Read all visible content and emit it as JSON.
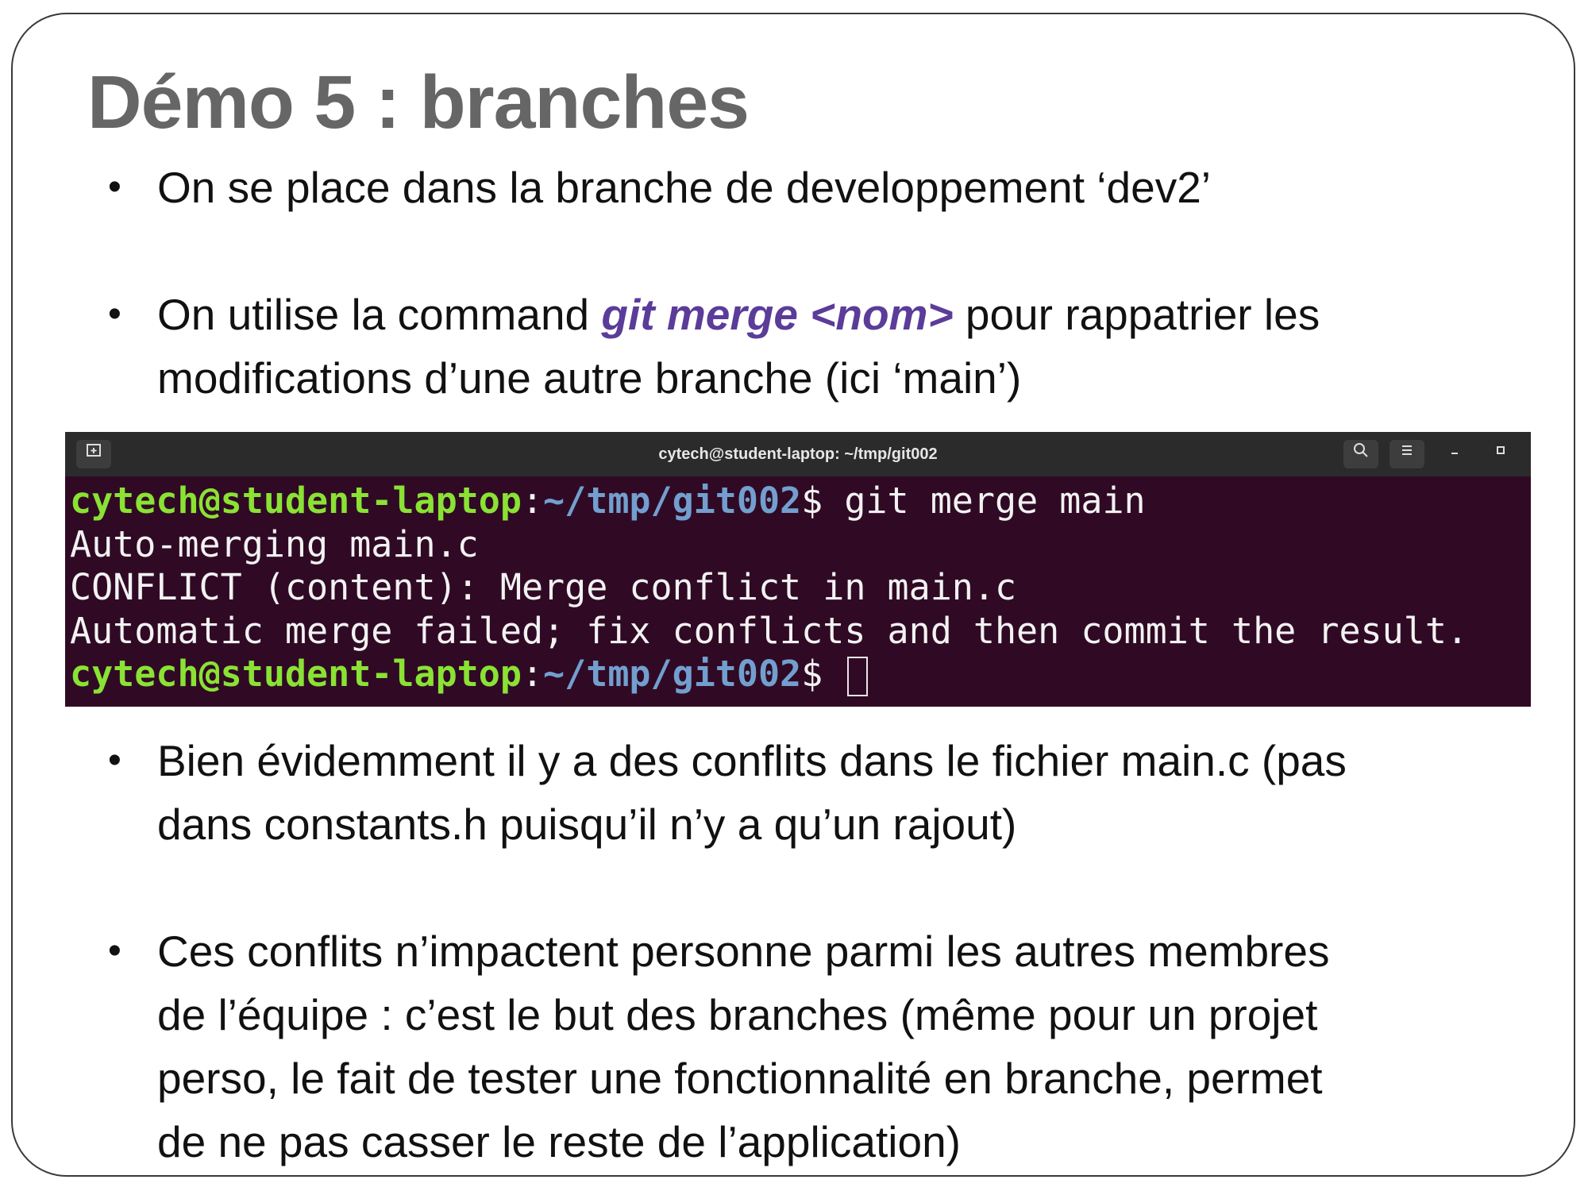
{
  "slide": {
    "title": "Démo 5 : branches",
    "bullets": [
      {
        "text": "On se place dans la branche de developpement ‘dev2’"
      },
      {
        "before": "On utilise la command ",
        "keyword": "git merge <nom>",
        "after_line1": " pour rappatrier les",
        "line2": "modifications d’une autre branche (ici ‘main’)"
      },
      {
        "line1": "Bien évidemment il y a des conflits dans le fichier main.c (pas",
        "line2": "dans constants.h puisqu’il n’y a qu’un rajout)"
      },
      {
        "line1": "Ces conflits n’impactent personne parmi les autres membres",
        "line2": "de l’équipe : c’est le but des branches (même pour un projet",
        "line3": "perso, le fait de tester une fonctionnalité en branche, permet",
        "line4": "de ne pas casser le reste de l’application)"
      }
    ]
  },
  "terminal": {
    "window_title": "cytech@student-laptop: ~/tmp/git002",
    "icons": [
      "new-tab-icon",
      "search-icon",
      "menu-icon",
      "minimize-icon",
      "maximize-icon"
    ],
    "prompt_user": "cytech@student-laptop",
    "prompt_sep": ":",
    "prompt_path": "~/tmp/git002",
    "prompt_dollar": "$",
    "command": " git merge main",
    "output": [
      "Auto-merging main.c",
      "CONFLICT (content): Merge conflict in main.c",
      "Automatic merge failed; fix conflicts and then commit the result."
    ]
  }
}
